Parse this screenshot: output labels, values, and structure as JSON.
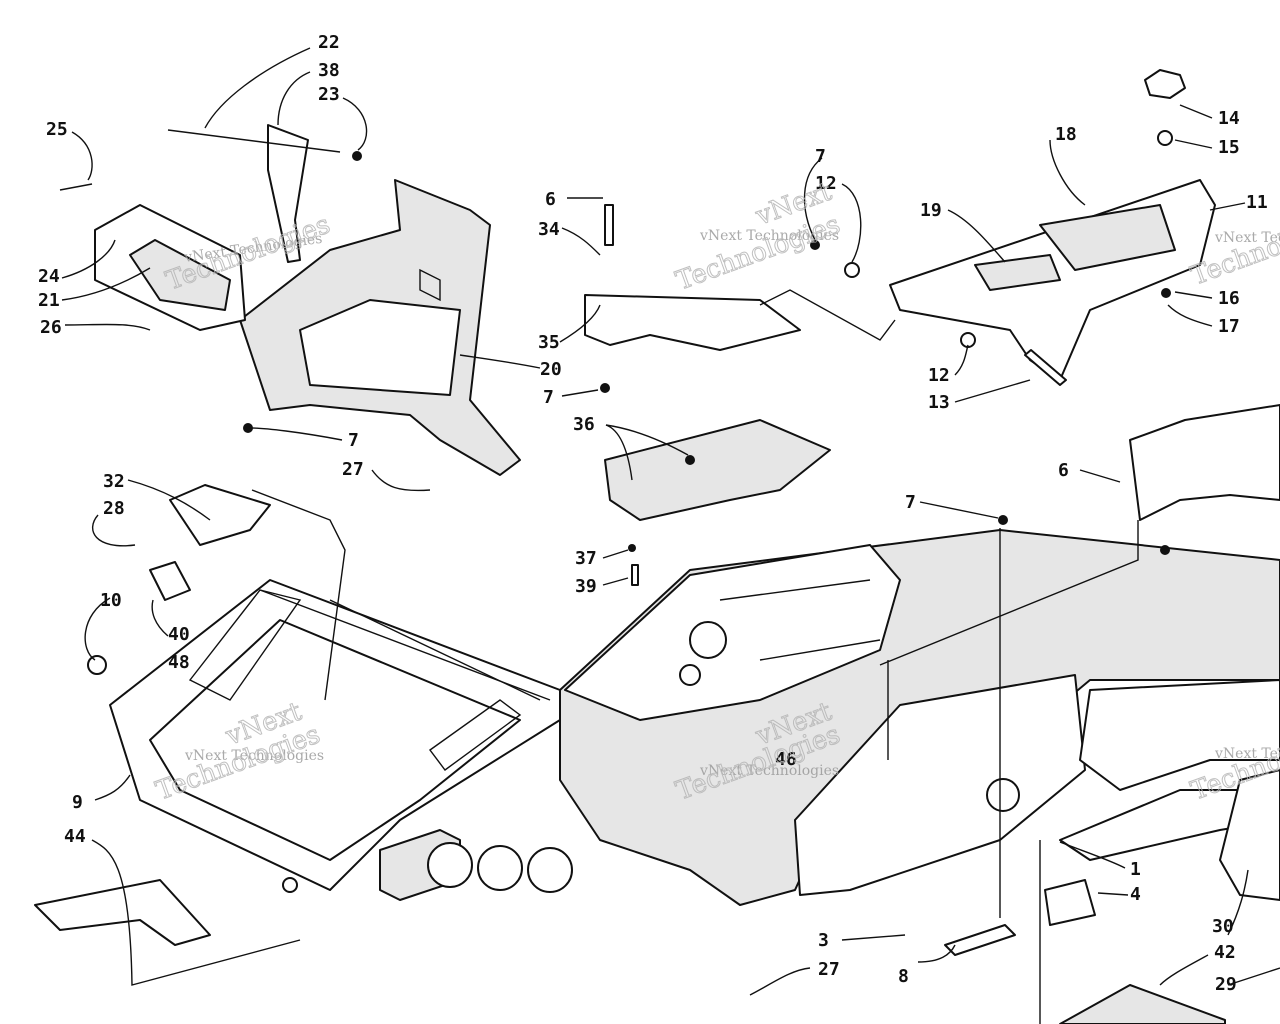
{
  "part_numbers": [
    {
      "id": "c22",
      "text": "22"
    },
    {
      "id": "c38",
      "text": "38"
    },
    {
      "id": "c23",
      "text": "23"
    },
    {
      "id": "c25",
      "text": "25"
    },
    {
      "id": "c24",
      "text": "24"
    },
    {
      "id": "c21",
      "text": "21"
    },
    {
      "id": "c26",
      "text": "26"
    },
    {
      "id": "c20",
      "text": "20"
    },
    {
      "id": "c7a",
      "text": "7"
    },
    {
      "id": "c27a",
      "text": "27"
    },
    {
      "id": "c32",
      "text": "32"
    },
    {
      "id": "c28",
      "text": "28"
    },
    {
      "id": "c10",
      "text": "10"
    },
    {
      "id": "c40",
      "text": "40"
    },
    {
      "id": "c48",
      "text": "48"
    },
    {
      "id": "c9",
      "text": "9"
    },
    {
      "id": "c44",
      "text": "44"
    },
    {
      "id": "c6a",
      "text": "6"
    },
    {
      "id": "c34",
      "text": "34"
    },
    {
      "id": "c35",
      "text": "35"
    },
    {
      "id": "c7b",
      "text": "7"
    },
    {
      "id": "c36",
      "text": "36"
    },
    {
      "id": "c37",
      "text": "37"
    },
    {
      "id": "c39",
      "text": "39"
    },
    {
      "id": "c7c",
      "text": "7"
    },
    {
      "id": "c12a",
      "text": "12"
    },
    {
      "id": "c18",
      "text": "18"
    },
    {
      "id": "c19",
      "text": "19"
    },
    {
      "id": "c14",
      "text": "14"
    },
    {
      "id": "c15",
      "text": "15"
    },
    {
      "id": "c11",
      "text": "11"
    },
    {
      "id": "c16",
      "text": "16"
    },
    {
      "id": "c17",
      "text": "17"
    },
    {
      "id": "c12b",
      "text": "12"
    },
    {
      "id": "c13",
      "text": "13"
    },
    {
      "id": "c6b",
      "text": "6"
    },
    {
      "id": "c7d",
      "text": "7"
    },
    {
      "id": "c46",
      "text": "46"
    },
    {
      "id": "c1",
      "text": "1"
    },
    {
      "id": "c4",
      "text": "4"
    },
    {
      "id": "c3",
      "text": "3"
    },
    {
      "id": "c8",
      "text": "8"
    },
    {
      "id": "c27b",
      "text": "27"
    },
    {
      "id": "c30",
      "text": "30"
    },
    {
      "id": "c42",
      "text": "42"
    },
    {
      "id": "c29",
      "text": "29"
    }
  ],
  "watermark": {
    "line1": "vNext Technologies",
    "line2": "vNext",
    "line3": "Technologies"
  }
}
